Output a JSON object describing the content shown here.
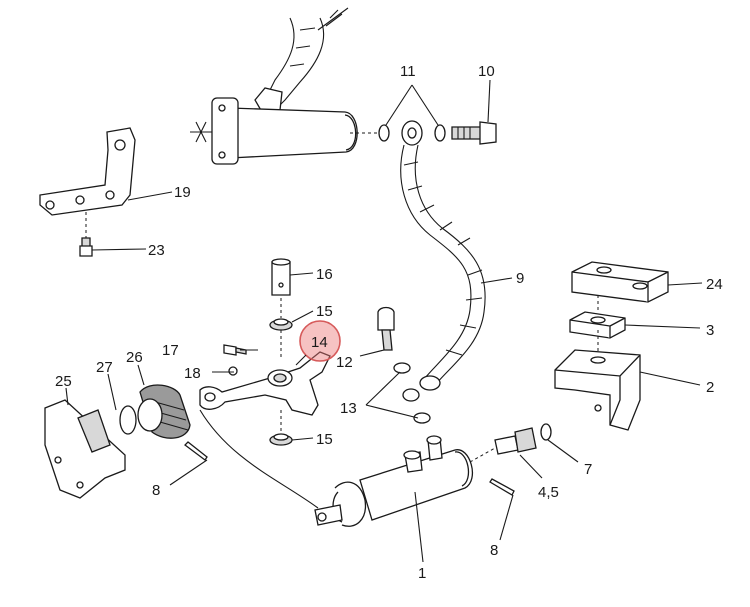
{
  "highlight": {
    "part_number": "14",
    "color": "#d65a5a"
  },
  "callouts": [
    {
      "id": "c1",
      "text": "1"
    },
    {
      "id": "c2",
      "text": "2"
    },
    {
      "id": "c3",
      "text": "3"
    },
    {
      "id": "c45",
      "text": "4,5"
    },
    {
      "id": "c7",
      "text": "7"
    },
    {
      "id": "c8a",
      "text": "8"
    },
    {
      "id": "c8b",
      "text": "8"
    },
    {
      "id": "c9",
      "text": "9"
    },
    {
      "id": "c10",
      "text": "10"
    },
    {
      "id": "c11",
      "text": "11"
    },
    {
      "id": "c12",
      "text": "12"
    },
    {
      "id": "c13",
      "text": "13"
    },
    {
      "id": "c14",
      "text": "14"
    },
    {
      "id": "c15a",
      "text": "15"
    },
    {
      "id": "c15b",
      "text": "15"
    },
    {
      "id": "c16",
      "text": "16"
    },
    {
      "id": "c17",
      "text": "17"
    },
    {
      "id": "c18",
      "text": "18"
    },
    {
      "id": "c19",
      "text": "19"
    },
    {
      "id": "c23",
      "text": "23"
    },
    {
      "id": "c24",
      "text": "24"
    },
    {
      "id": "c25",
      "text": "25"
    },
    {
      "id": "c26",
      "text": "26"
    },
    {
      "id": "c27",
      "text": "27"
    }
  ]
}
